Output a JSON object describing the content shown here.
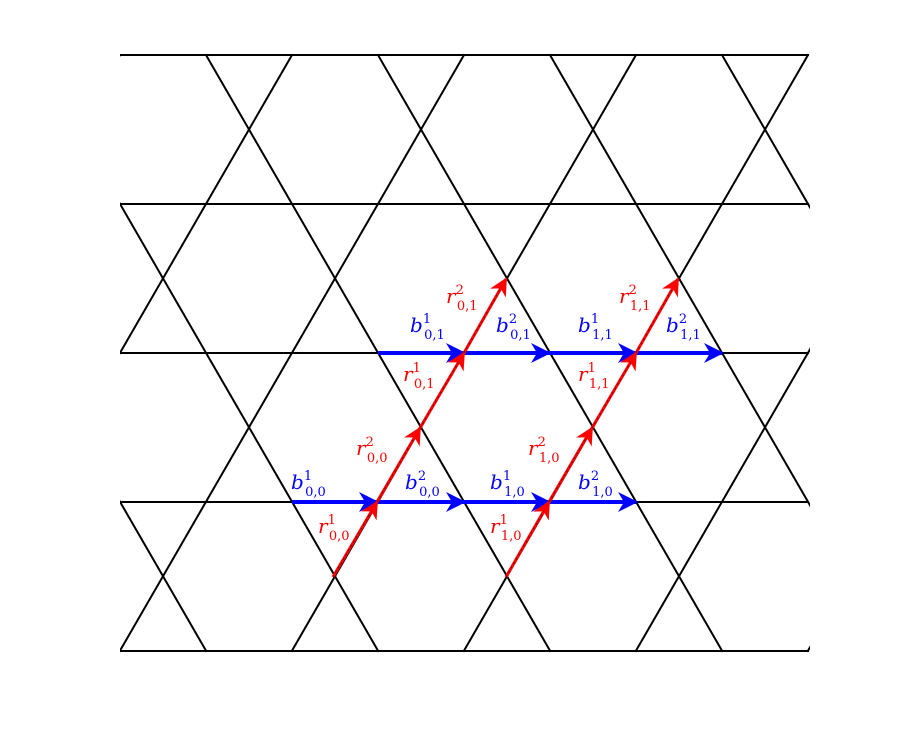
{
  "colors": {
    "lattice": "#000000",
    "blue_arrow": "#0000ff",
    "red_arrow": "#ff0000",
    "background": "#ffffff"
  },
  "labels": {
    "b": [
      {
        "base": "b",
        "sup": "1",
        "sub": "0,0",
        "color": "blue_arrow"
      },
      {
        "base": "b",
        "sup": "2",
        "sub": "0,0",
        "color": "blue_arrow"
      },
      {
        "base": "b",
        "sup": "1",
        "sub": "1,0",
        "color": "blue_arrow"
      },
      {
        "base": "b",
        "sup": "2",
        "sub": "1,0",
        "color": "blue_arrow"
      },
      {
        "base": "b",
        "sup": "1",
        "sub": "0,1",
        "color": "blue_arrow"
      },
      {
        "base": "b",
        "sup": "2",
        "sub": "0,1",
        "color": "blue_arrow"
      },
      {
        "base": "b",
        "sup": "1",
        "sub": "1,1",
        "color": "blue_arrow"
      },
      {
        "base": "b",
        "sup": "2",
        "sub": "1,1",
        "color": "blue_arrow"
      }
    ],
    "r": [
      {
        "base": "r",
        "sup": "1",
        "sub": "0,0",
        "color": "red_arrow"
      },
      {
        "base": "r",
        "sup": "2",
        "sub": "0,0",
        "color": "red_arrow"
      },
      {
        "base": "r",
        "sup": "1",
        "sub": "1,0",
        "color": "red_arrow"
      },
      {
        "base": "r",
        "sup": "2",
        "sub": "1,0",
        "color": "red_arrow"
      },
      {
        "base": "r",
        "sup": "1",
        "sub": "0,1",
        "color": "red_arrow"
      },
      {
        "base": "r",
        "sup": "2",
        "sub": "0,1",
        "color": "red_arrow"
      },
      {
        "base": "r",
        "sup": "1",
        "sub": "1,1",
        "color": "red_arrow"
      },
      {
        "base": "r",
        "sup": "2",
        "sub": "1,1",
        "color": "red_arrow"
      }
    ]
  }
}
